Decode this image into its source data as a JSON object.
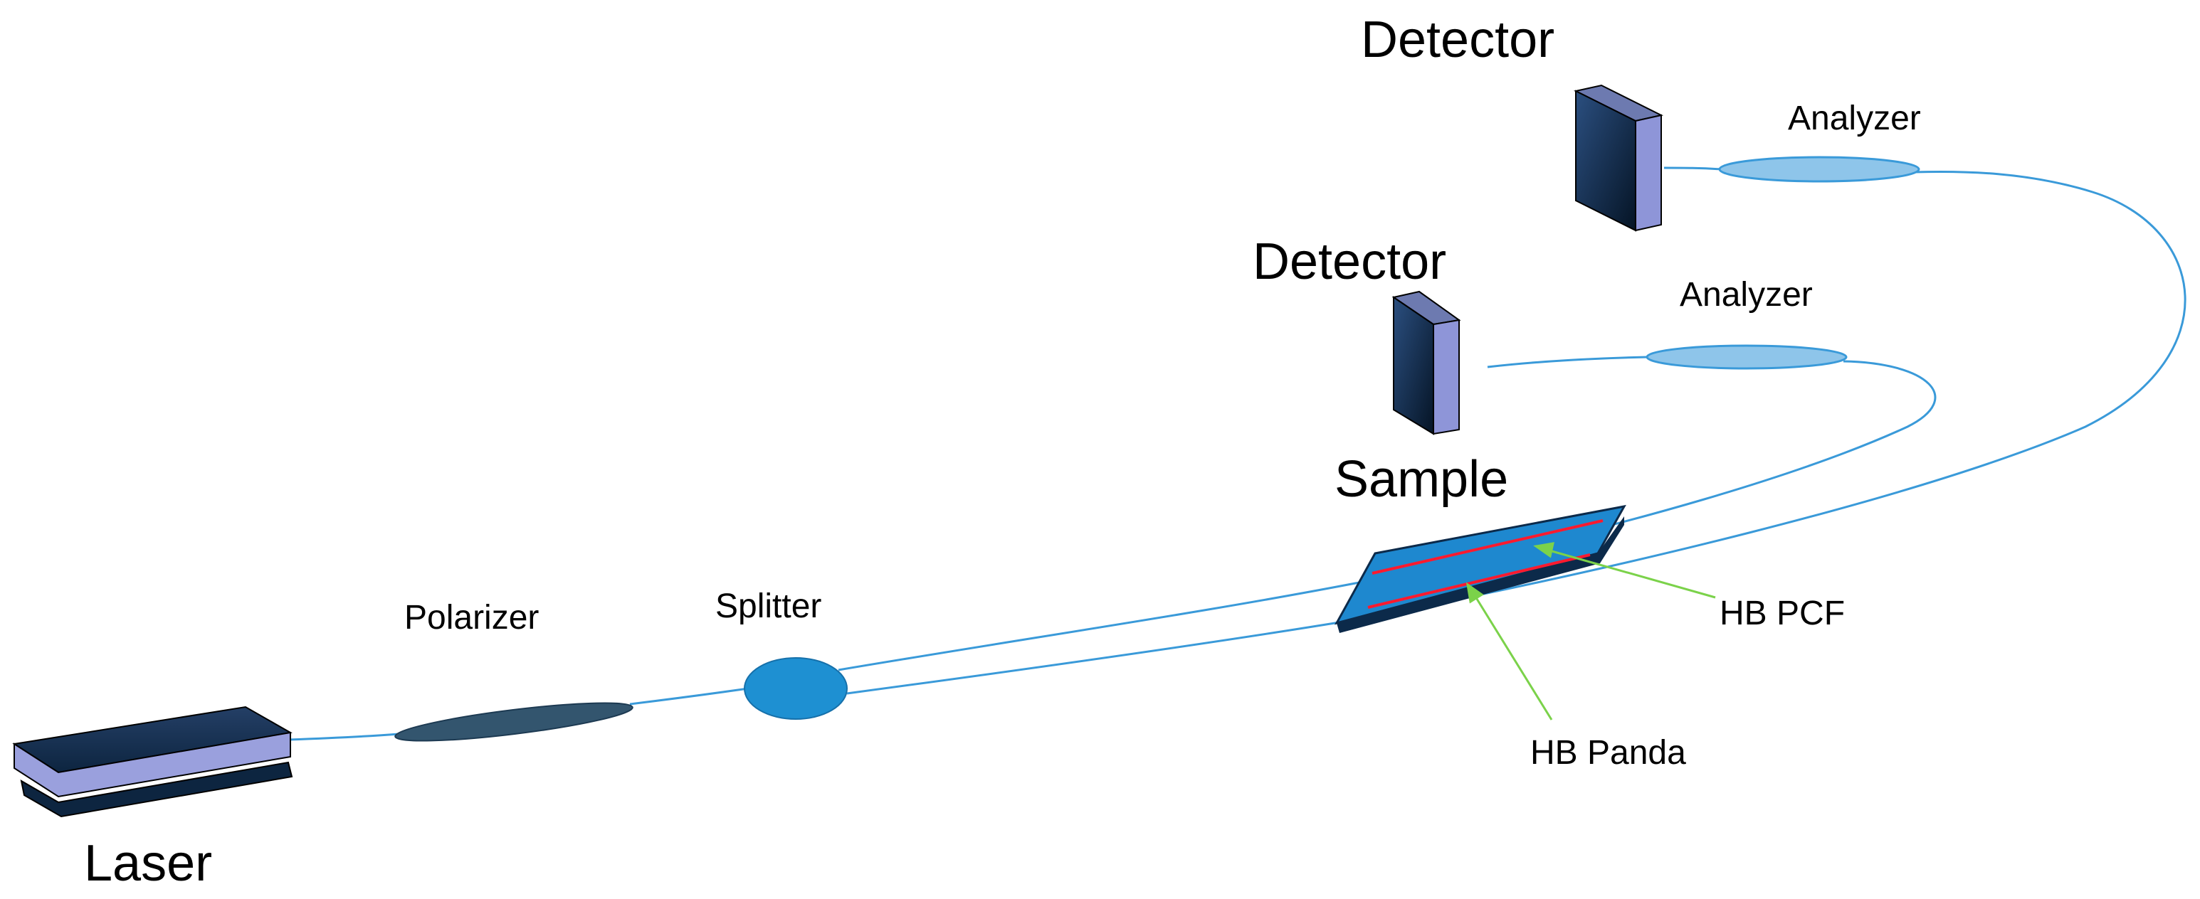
{
  "labels": {
    "laser": "Laser",
    "polarizer": "Polarizer",
    "splitter": "Splitter",
    "sample": "Sample",
    "detector_upper": "Detector",
    "detector_lower": "Detector",
    "analyzer_upper": "Analyzer",
    "analyzer_lower": "Analyzer",
    "hb_pcf": "HB PCF",
    "hb_panda": "HB Panda"
  },
  "colors": {
    "fiber": "#3a9ad9",
    "splitter_fill": "#1e90d2",
    "analyzer_fill": "#8ec5ea",
    "polarizer_fill": "#33556e",
    "sample_fill": "#1e88cf",
    "sample_edge": "#0c2a4a",
    "fiber_core": "#ff1a2e",
    "pointer": "#7bd24a",
    "device_body": "#0d2540",
    "device_side": "#8e95d8"
  }
}
